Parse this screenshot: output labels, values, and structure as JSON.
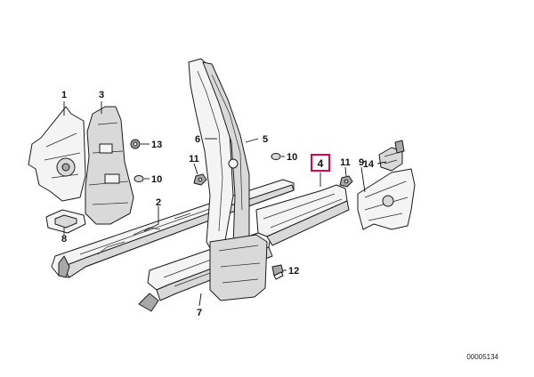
{
  "callouts": {
    "c1": "1",
    "c2": "2",
    "c3": "3",
    "c4": "4",
    "c5": "5",
    "c6": "6",
    "c7": "7",
    "c8": "8",
    "c9": "9",
    "c10a": "10",
    "c10b": "10",
    "c11a": "11",
    "c11b": "11",
    "c12": "12",
    "c13": "13",
    "c14": "14"
  },
  "highlight": {
    "part": "4",
    "color": "#e1004f"
  },
  "diagram_code": "00005134"
}
